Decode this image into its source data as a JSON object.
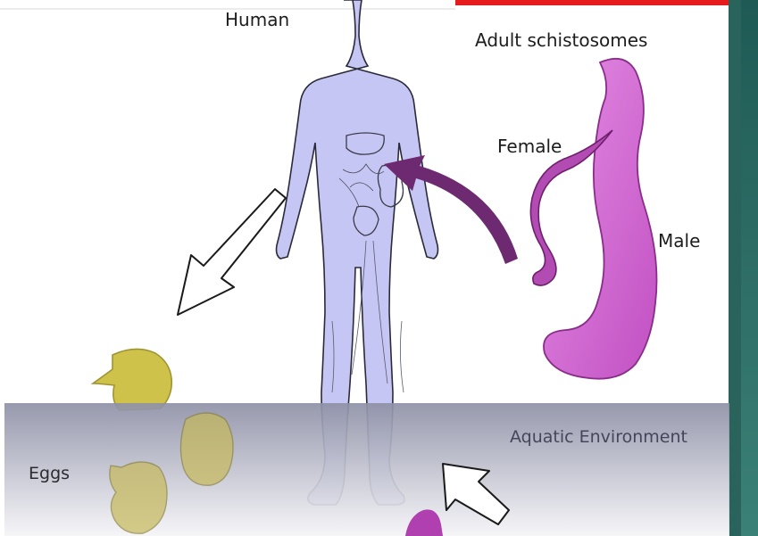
{
  "labels": {
    "human": "Human",
    "adult_schistosomes": "Adult schistosomes",
    "female": "Female",
    "male": "Male",
    "aquatic_environment": "Aquatic Environment",
    "eggs": "Eggs"
  },
  "colors": {
    "body_fill": "#c6c6f5",
    "worm_male": "#cf5fcf",
    "worm_female": "#9c309a",
    "curved_arrow": "#6e2a70",
    "egg_fill": "#cfc24a",
    "water_top": "#8f91a6",
    "water_bottom": "#f6f6f8",
    "side_panel": "#2e6b63",
    "red_bar": "#e61b1b"
  },
  "icons": [
    "human-body-icon",
    "schistosome-worms-icon",
    "egg-icon",
    "hollow-arrow-icon",
    "curved-arrow-icon"
  ]
}
